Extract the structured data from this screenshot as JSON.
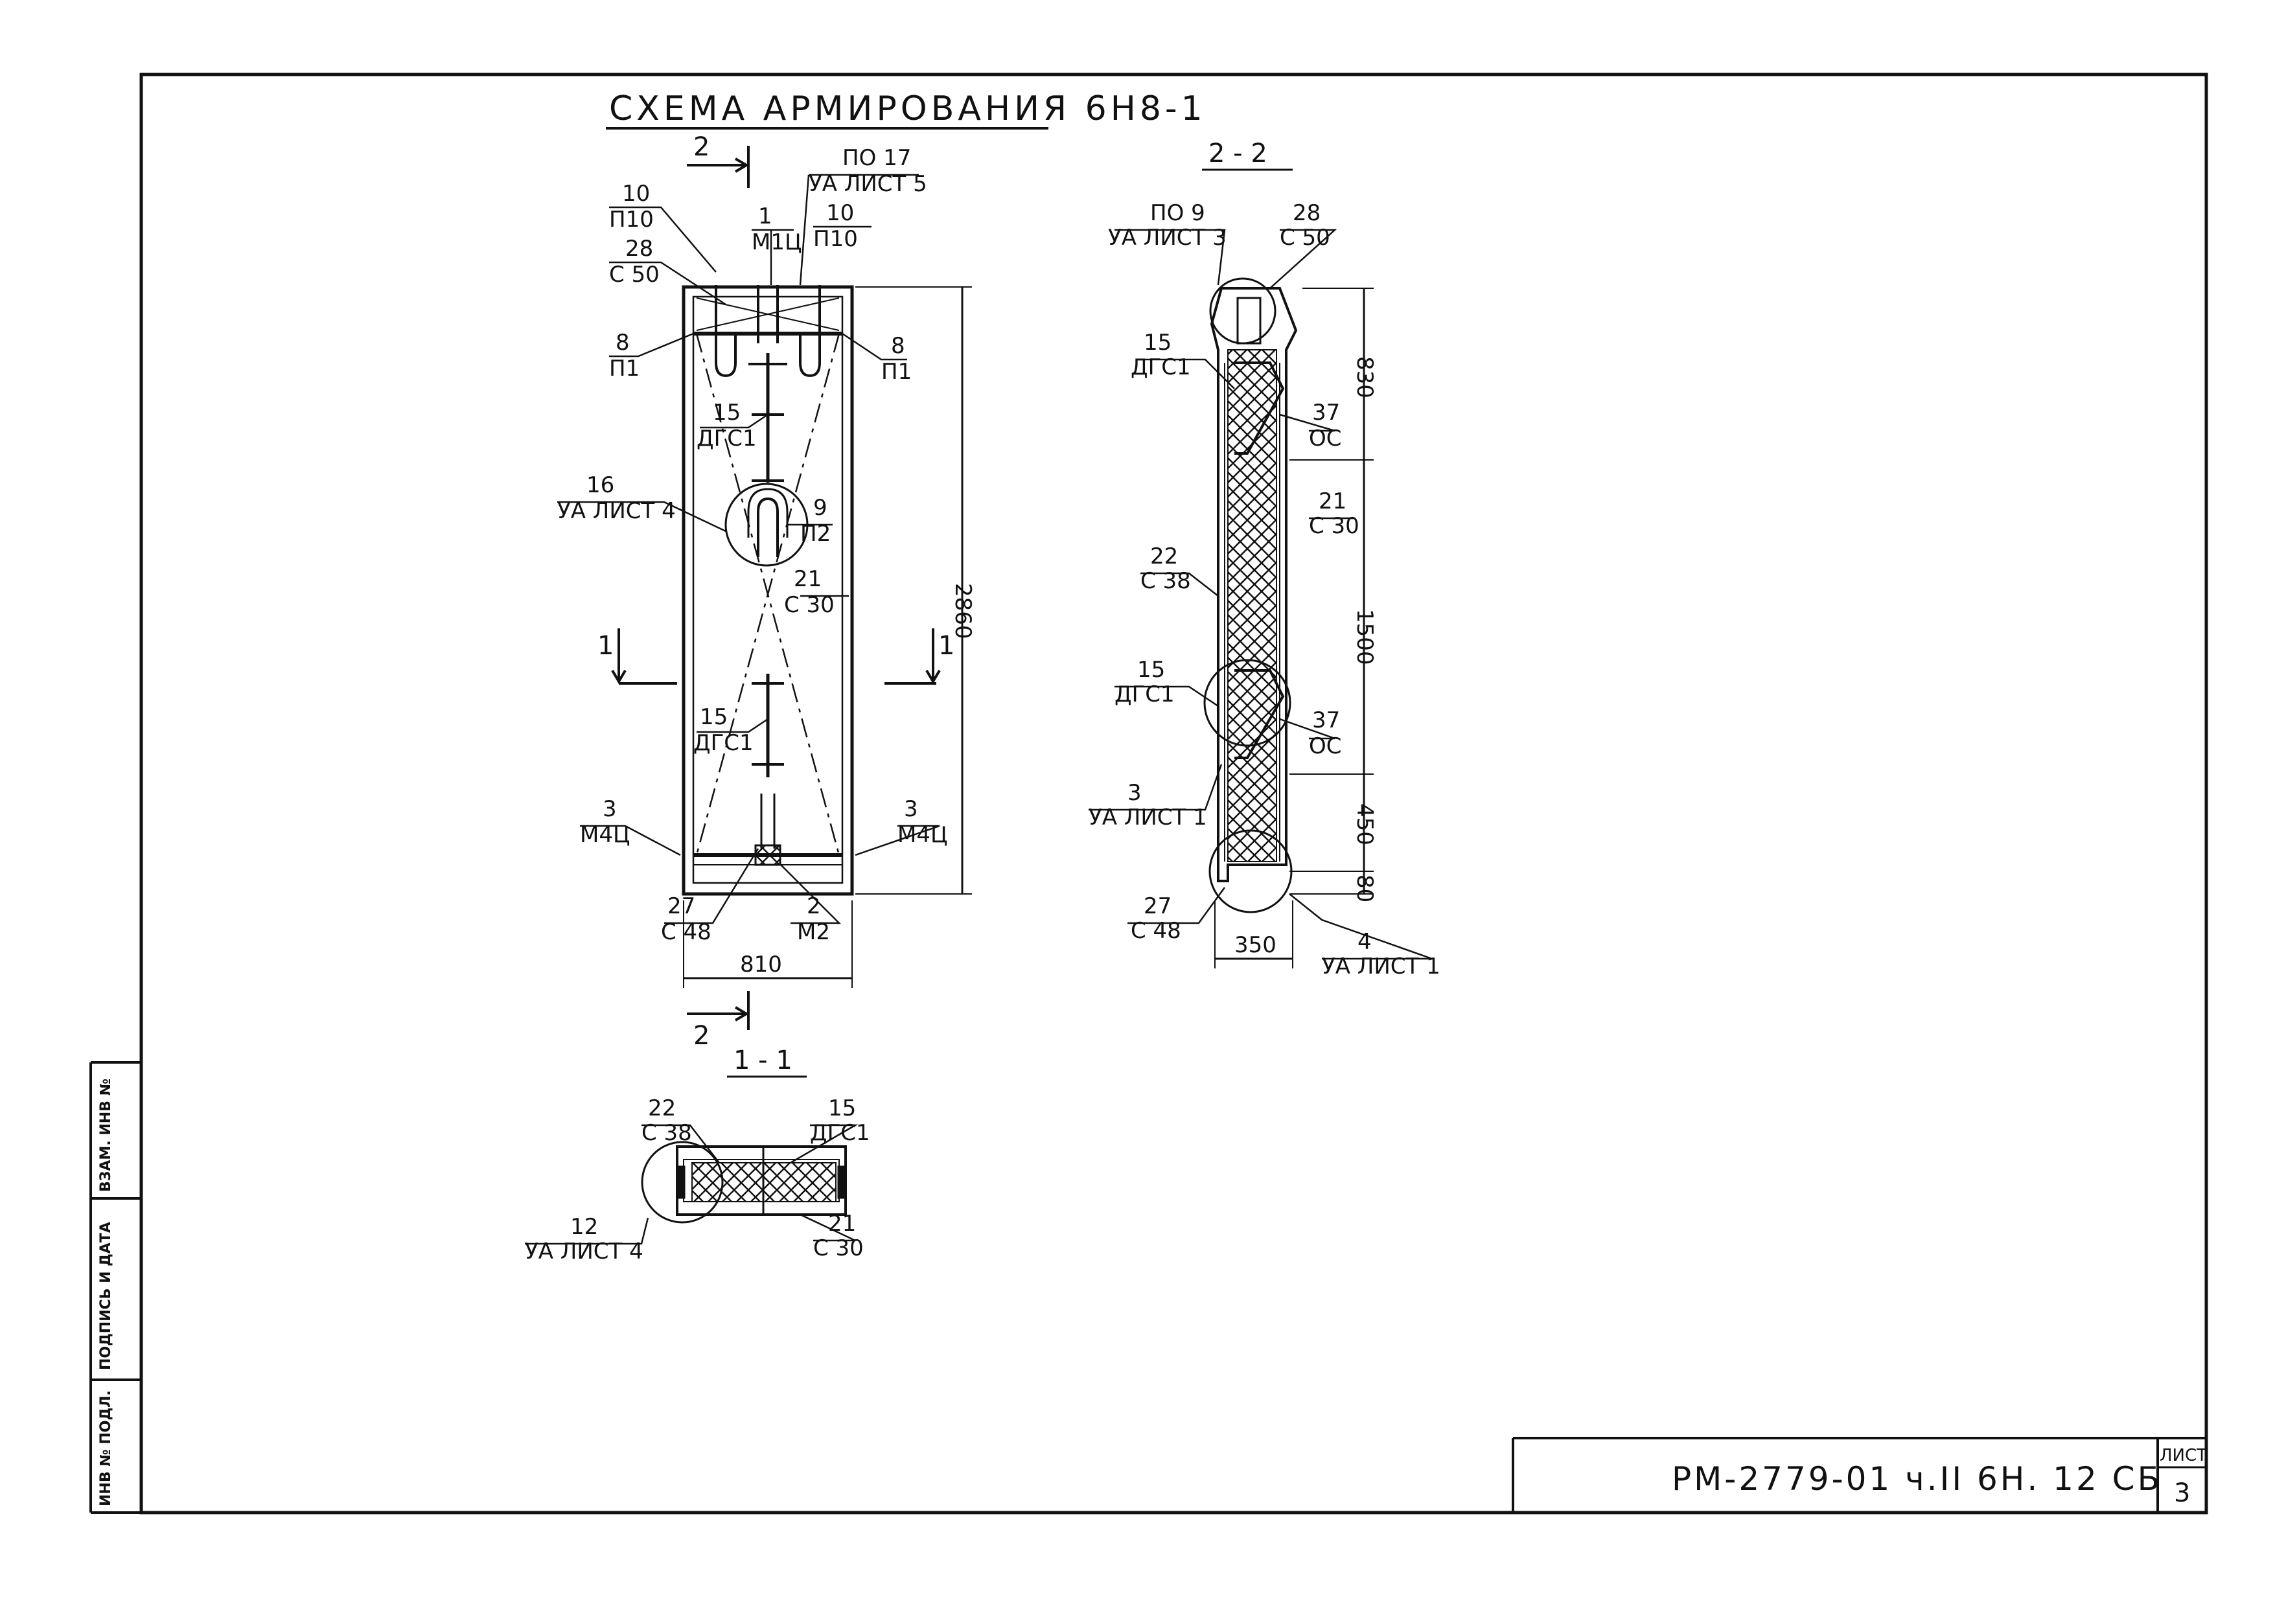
{
  "drawing": {
    "title": "СХЕМА АРМИРОВАНИЯ 6Н8-1",
    "section_2_2": "2 - 2",
    "section_1_1": "1 - 1",
    "cut_marks": {
      "top_2": "2",
      "bottom_2": "2",
      "left_1": "1",
      "right_1": "1"
    }
  },
  "plan_labels": {
    "po17_a": "ПО 17",
    "po17_b": "УА ЛИСТ 5",
    "m1_a": "1",
    "m1_b": "М1Ц",
    "p10l_a": "10",
    "p10l_b": "П10",
    "p10r_a": "10",
    "p10r_b": "П10",
    "c50_a": "28",
    "c50_b": "С 50",
    "p1l_a": "8",
    "p1l_b": "П1",
    "p1r_a": "8",
    "p1r_b": "П1",
    "dgc_top_a": "15",
    "dgc_top_b": "ДГС1",
    "list4_a": "16",
    "list4_b": "УА ЛИСТ 4",
    "p2_a": "9",
    "p2_b": "П2",
    "c30_a": "21",
    "c30_b": "С 30",
    "dgc_bot_a": "15",
    "dgc_bot_b": "ДГС1",
    "m4l_a": "3",
    "m4l_b": "М4Ц",
    "m4r_a": "3",
    "m4r_b": "М4Ц",
    "c48_a": "27",
    "c48_b": "С 48",
    "m2_a": "2",
    "m2_b": "М2",
    "dim_height": "2860",
    "dim_width": "810"
  },
  "section22_labels": {
    "po9_a": "ПО 9",
    "po9_b": "УА ЛИСТ 3",
    "c50_a": "28",
    "c50_b": "С 50",
    "dgc1_a": "15",
    "dgc1_b": "ДГС1",
    "oc1_a": "37",
    "oc1_b": "ОС",
    "c30_a": "21",
    "c30_b": "С 30",
    "c38_a": "22",
    "c38_b": "С 38",
    "dgc2_a": "15",
    "dgc2_b": "ДГС1",
    "oc2_a": "37",
    "oc2_b": "ОС",
    "list1_a": "3",
    "list1_b": "УА ЛИСТ 1",
    "c48_a": "27",
    "c48_b": "С 48",
    "list1b_a": "4",
    "list1b_b": "УА ЛИСТ 1",
    "dim_830": "830",
    "dim_1500": "1500",
    "dim_450": "450",
    "dim_80": "80",
    "dim_350": "350"
  },
  "section11_labels": {
    "c38_a": "22",
    "c38_b": "С 38",
    "dgc_a": "15",
    "dgc_b": "ДГС1",
    "list4_a": "12",
    "list4_b": "УА ЛИСТ 4",
    "c30_a": "21",
    "c30_b": "С 30"
  },
  "title_block": {
    "code": "РМ-2779-01 ч.II 6Н. 12 СБ",
    "sheet_label": "ЛИСТ",
    "sheet_number": "3"
  },
  "side_stamp": {
    "inv_podl": "ИНВ № ПОДЛ.",
    "signature_date": "ПОДПИСЬ И ДАТА",
    "vzam_inv": "ВЗАМ. ИНВ №"
  }
}
